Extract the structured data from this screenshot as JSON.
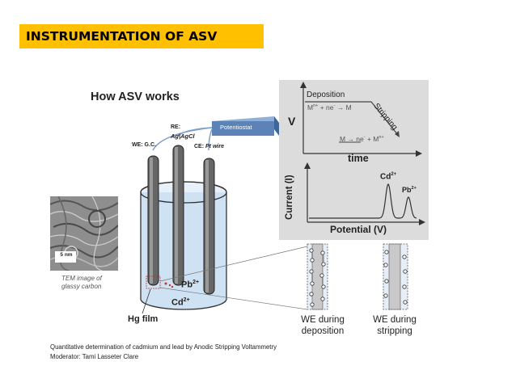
{
  "slide": {
    "title": "INSTRUMENTATION OF ASV",
    "heading": "How ASV works",
    "colors": {
      "title_bg": "#ffc000",
      "potentiostat": "#5b83b8",
      "panel_bg": "#dcdcdc"
    }
  },
  "electrodes": {
    "re": "RE:",
    "re_sub": "Ag|AgCl",
    "we": "WE: G.C.",
    "ce": "CE:",
    "ce_sub": "Pt wire",
    "potentiostat": "Potentiostat"
  },
  "cell": {
    "pb": "Pb",
    "pb_charge": "2+",
    "cd": "Cd",
    "cd_charge": "2+",
    "hg_film": "Hg film"
  },
  "tem": {
    "scale": "5 nm",
    "caption_1": "TEM image of",
    "caption_2": "glassy carbon"
  },
  "plot_top": {
    "deposition": "Deposition",
    "stripping": "Stripping",
    "eq_dep_1": "M",
    "eq_dep_sup": "n+",
    "eq_dep_2": " + ne",
    "eq_dep_sup2": "-",
    "eq_dep_3": " → M",
    "eq_strip_1": "M → ne",
    "eq_strip_sup": "-",
    "eq_strip_2": " + M",
    "eq_strip_sup2": "n+",
    "ylabel": "V",
    "xlabel": "time"
  },
  "chart_data": {
    "type": "line",
    "xlabel": "Potential (V)",
    "ylabel": "Current (I)",
    "annotations": [
      {
        "label": "Cd",
        "charge": "2+"
      },
      {
        "label": "Pb",
        "charge": "2+"
      }
    ]
  },
  "we_states": {
    "deposition_1": "WE during",
    "deposition_2": "deposition",
    "stripping_1": "WE during",
    "stripping_2": "stripping"
  },
  "footer": {
    "line1": "Quantitative determination of cadmium and lead by Anodic Stripping Voltammetry",
    "line2": "Moderator: Tami Lasseter Clare"
  }
}
